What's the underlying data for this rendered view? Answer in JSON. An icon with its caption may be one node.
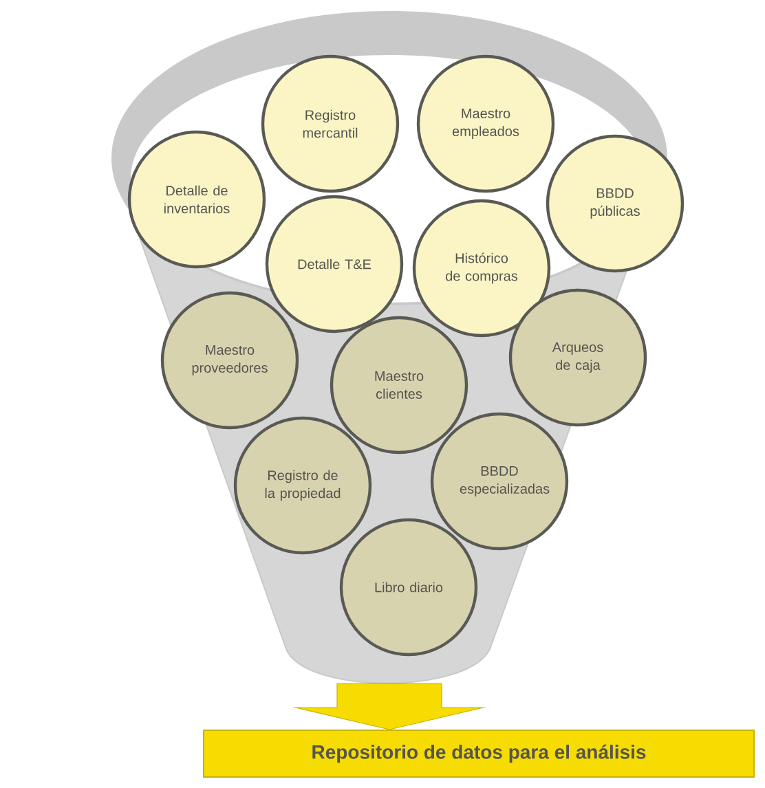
{
  "diagram": {
    "nodes": [
      {
        "text": [],
        "shape": "funnel"
      },
      {
        "text": [
          "Registro mercantil"
        ]
      },
      {
        "text": [
          "Maestro empleados"
        ]
      },
      {
        "text": [
          "Detalle de inventarios"
        ]
      },
      {
        "text": [
          "BBDD públicas"
        ]
      },
      {
        "text": [
          "Detalle T&E"
        ],
        "in": 0
      },
      {
        "text": [
          "Histórico de compras"
        ],
        "in": 0
      },
      {
        "text": [
          "Maestro proveedores"
        ],
        "in": 0
      },
      {
        "text": [
          "Maestro clientes"
        ],
        "in": 0
      },
      {
        "text": [
          "Arqueos de caja"
        ],
        "in": 0
      },
      {
        "text": [
          "Registro de la propiedad"
        ],
        "in": 0
      },
      {
        "text": [
          "BBDD especializadas"
        ],
        "in": 0
      },
      {
        "text": [
          "Libro diario"
        ],
        "in": 0
      },
      {
        "text": [
          "Repositorio de datos para el análisis"
        ]
      }
    ],
    "edges": [
      {
        "from": 0,
        "to": 13,
        "arrow": "to"
      }
    ]
  }
}
